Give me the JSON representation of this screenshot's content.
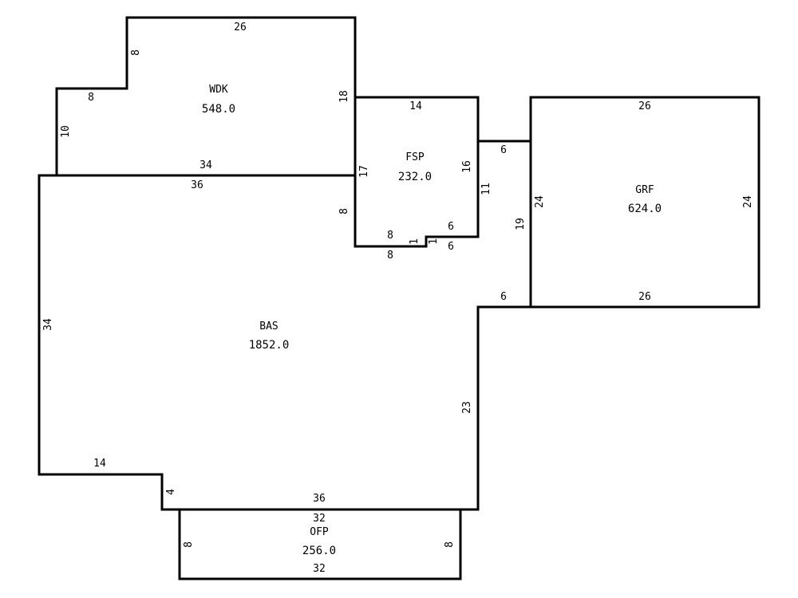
{
  "areas": {
    "wdk": {
      "code": "WDK",
      "area": "548.0"
    },
    "fsp": {
      "code": "FSP",
      "area": "232.0"
    },
    "grf": {
      "code": "GRF",
      "area": "624.0"
    },
    "bas": {
      "code": "BAS",
      "area": "1852.0"
    },
    "ofp": {
      "code": "OFP",
      "area": "256.0"
    }
  },
  "dims": {
    "wdk_top": "26",
    "wdk_left_upper": "8",
    "wdk_step": "8",
    "wdk_left_lower": "10",
    "wdk_right": "18",
    "wdk_bottom": "34",
    "fsp_top": "14",
    "fsp_left": "17",
    "fsp_right": "16",
    "fsp_right_lower": "11",
    "fsp_bottom_inner": "8",
    "fsp_bottom_outer": "8",
    "fsp_step_left": "1",
    "fsp_step_right": "1",
    "fsp_bottom_right_inner": "6",
    "fsp_bottom_right_outer": "6",
    "connector_top": "6",
    "connector_side": "19",
    "connector_bottom": "6",
    "grf_top": "26",
    "grf_left": "24",
    "grf_right": "24",
    "grf_bottom": "26",
    "bas_top": "36",
    "bas_left": "34",
    "bas_inner_left": "8",
    "bas_right": "23",
    "bas_bottom_step": "14",
    "bas_step_vertical": "4",
    "bas_bottom": "36",
    "ofp_top": "32",
    "ofp_left": "8",
    "ofp_right": "8",
    "ofp_bottom": "32"
  }
}
